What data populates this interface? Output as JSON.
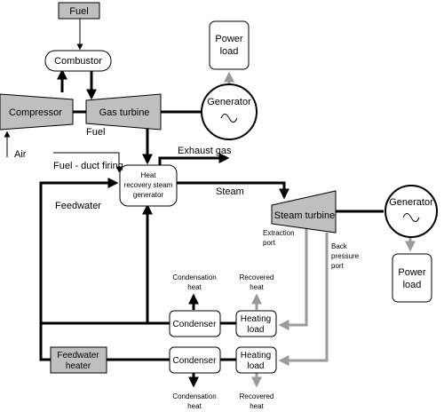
{
  "colors": {
    "ink": "#000000",
    "flow_gray": "#9a9a9a",
    "box_fill": "#ffffff",
    "shaded_fill": "#bfbfbf"
  },
  "boxes": {
    "fuel": "Fuel",
    "combustor": "Combustor",
    "compressor": "Compressor",
    "gas_turbine": "Gas turbine",
    "generator_top": "Generator",
    "power_load_top": [
      "Power",
      "load"
    ],
    "hrsg": [
      "Heat",
      "recovery steam",
      "generator"
    ],
    "steam_turbine": "Steam turbine",
    "generator_right": "Generator",
    "power_load_right": [
      "Power",
      "load"
    ],
    "condenser_upper": "Condenser",
    "condenser_lower": "Condenser",
    "heating_load_upper": [
      "Heating",
      "load"
    ],
    "heating_load_lower": [
      "Heating",
      "load"
    ],
    "feedwater_heater": [
      "Feedwater",
      "heater"
    ]
  },
  "labels": {
    "fuel_gt": "Fuel",
    "air": "Air",
    "fuel_duct": "Fuel - duct firing",
    "exhaust": "Exhaust gas",
    "steam": "Steam",
    "feedwater": "Feedwater",
    "extraction_port": [
      "Extraction",
      "port"
    ],
    "back_pressure": [
      "Back",
      "pressure",
      "port"
    ],
    "cond_heat_top": [
      "Condensation",
      "heat"
    ],
    "rec_heat_top": [
      "Recovered",
      "heat"
    ],
    "cond_heat_bottom": [
      "Condensation",
      "heat"
    ],
    "rec_heat_bottom": [
      "Recovered",
      "heat"
    ]
  },
  "icons": [
    "generator-sine-icon",
    "arrowhead-icon"
  ]
}
